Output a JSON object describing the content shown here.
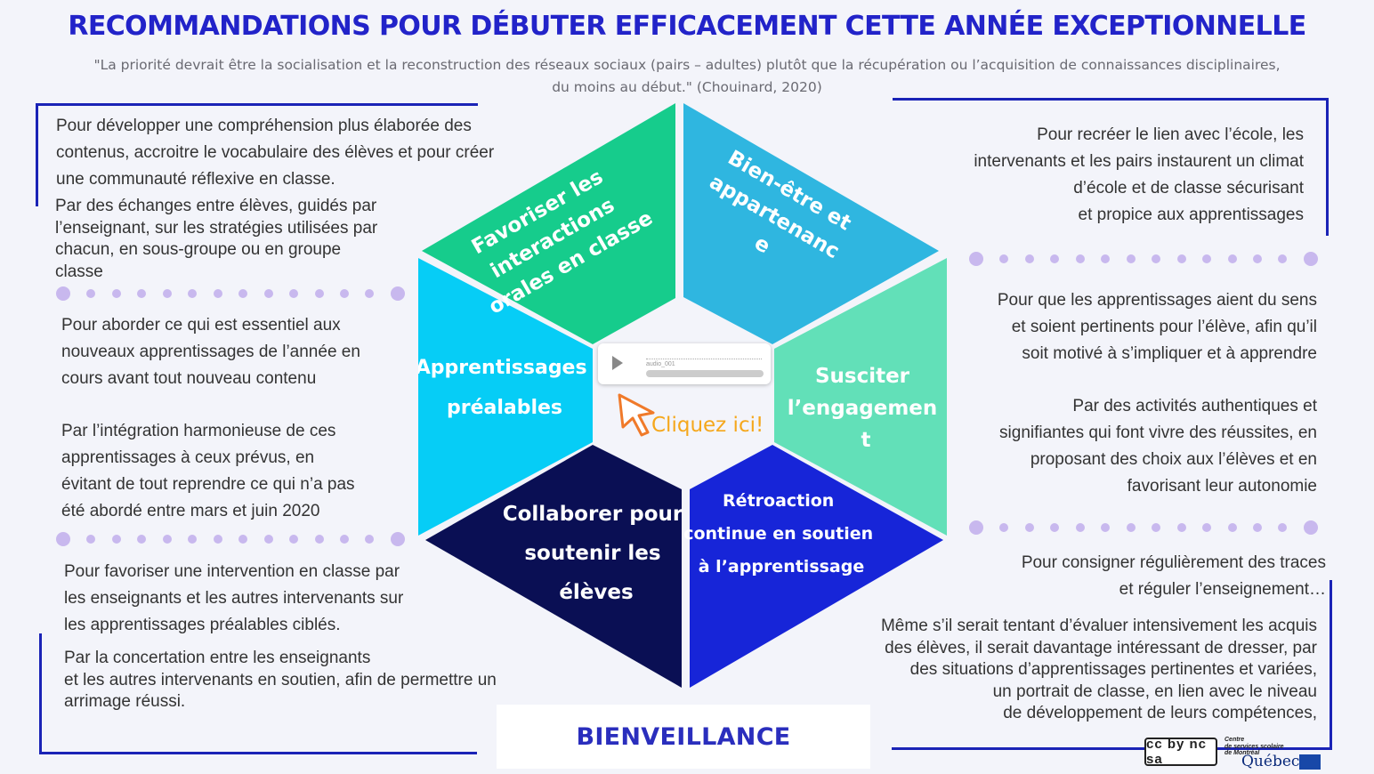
{
  "header": {
    "title": "RECOMMANDATIONS POUR DÉBUTER EFFICACEMENT CETTE ANNÉE EXCEPTIONNELLE",
    "quote_line1": "\"La priorité devrait être la socialisation et la reconstruction des réseaux sociaux (pairs – adultes) plutôt que la récupération ou l’acquisition de connaissances disciplinaires,",
    "quote_line2": "du moins au début.\" (Chouinard, 2020)"
  },
  "left": {
    "interactions_why": [
      "Pour développer une compréhension plus élaborée des",
      "contenus, accroitre le vocabulaire des élèves et pour créer",
      "une communauté réflexive en classe."
    ],
    "interactions_how": [
      "Par des échanges entre élèves, guidés par",
      "l’enseignant, sur les stratégies utilisées par",
      "chacun, en sous-groupe ou en groupe",
      "classe"
    ],
    "prealables_why": [
      "Pour aborder ce qui est essentiel aux",
      "nouveaux apprentissages de l’année en",
      "cours avant tout nouveau contenu"
    ],
    "prealables_how": [
      "Par l’intégration harmonieuse de ces",
      "apprentissages à ceux prévus, en",
      "évitant de tout reprendre ce qui n’a pas",
      "été abordé entre mars et juin 2020"
    ],
    "collaborer_why": [
      "Pour favoriser une intervention en classe par",
      "les enseignants et les autres intervenants sur",
      "les apprentissages préalables ciblés."
    ],
    "collaborer_how": [
      "Par la concertation entre les enseignants",
      "et les autres intervenants en soutien, afin de permettre un",
      "arrimage réussi."
    ]
  },
  "right": {
    "bienetre_why": [
      "Pour recréer le lien avec l’école, les",
      "intervenants et les pairs instaurent un climat",
      "d’école et de classe sécurisant",
      "et propice aux apprentissages"
    ],
    "engagement_why": [
      "Pour que les apprentissages aient du sens",
      "et soient pertinents pour l’élève, afin qu’il",
      "soit motivé à s’impliquer et à apprendre"
    ],
    "engagement_how": [
      "Par des activités authentiques et",
      "signifiantes qui font vivre des réussites, en",
      "proposant des choix aux l’élèves et en",
      "favorisant leur autonomie"
    ],
    "retroaction_why": [
      "Pour consigner régulièrement des traces",
      "et  réguler l’enseignement…"
    ],
    "retroaction_how": [
      "Même s’il serait tentant d’évaluer intensivement les acquis",
      "des élèves, il serait davantage  intéressant de dresser, par",
      "des situations d’apprentissages pertinentes et variées,",
      "un portrait de classe, en lien avec le niveau",
      "de développement de leurs compétences,"
    ]
  },
  "hexagon": {
    "segments": [
      {
        "key": "interactions",
        "lines": [
          "Favoriser les",
          "interactions",
          "orales en classe"
        ],
        "color": "#16cc8c"
      },
      {
        "key": "bienetre",
        "lines": [
          "Bien-être et",
          "appartenanc",
          "e"
        ],
        "color": "#2fb6e0"
      },
      {
        "key": "engagement",
        "lines": [
          "Susciter",
          "l’engagemen",
          "t"
        ],
        "color": "#62e0b8"
      },
      {
        "key": "retroaction",
        "lines": [
          "Rétroaction",
          "continue en soutien",
          "à l’apprentissage"
        ],
        "color": "#1725d8"
      },
      {
        "key": "collaborer",
        "lines": [
          "Collaborer pour",
          "soutenir les",
          "élèves"
        ],
        "color": "#0a0f54"
      },
      {
        "key": "prealables",
        "lines": [
          "Apprentissages",
          "préalables"
        ],
        "color": "#06cdf6"
      }
    ]
  },
  "audio": {
    "file_name": "audio_001",
    "icon": "play-icon"
  },
  "click_here": "Cliquez ici!",
  "footer": {
    "banner": "BIENVEILLANCE",
    "license": "cc by nc sa",
    "org_lines": [
      "Centre",
      "de services scolaire",
      "de Montréal"
    ],
    "quebec": "Québec"
  },
  "colors": {
    "title": "#2223c9",
    "lines": "#1a23b6",
    "dots": "#c8b8ee",
    "click": "#f5a71b"
  }
}
